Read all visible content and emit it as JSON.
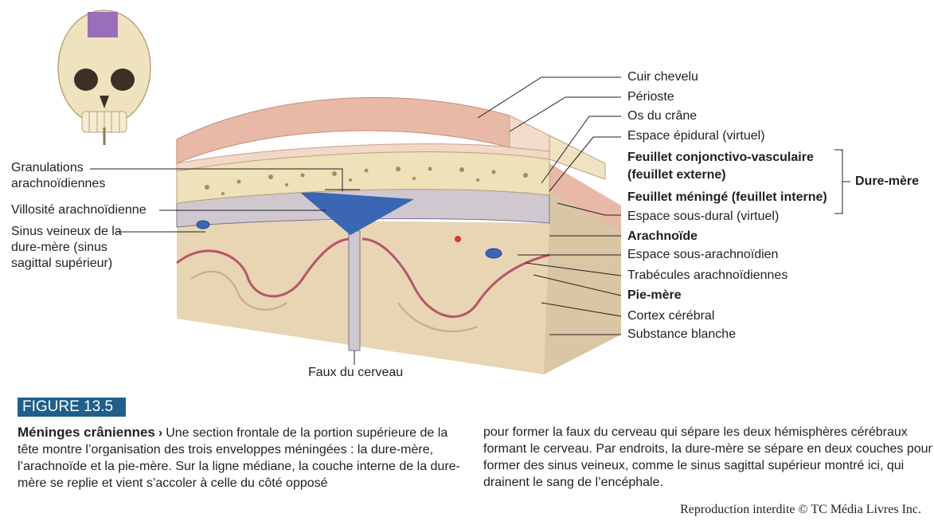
{
  "labels_right": {
    "scalp": "Cuir chevelu",
    "periosteum": "Périoste",
    "skull_bone": "Os du crâne",
    "epidural_space": "Espace épidural (virtuel)",
    "periosteal_layer_line1": "Feuillet conjonctivo-vasculaire",
    "periosteal_layer_line2": "(feuillet externe)",
    "meningeal_layer": "Feuillet méningé (feuillet interne)",
    "subdural_space": "Espace sous-dural (virtuel)",
    "arachnoid": "Arachnoïde",
    "subarachnoid_space": "Espace sous-arachnoïdien",
    "arachnoid_trabeculae": "Trabécules arachnoïdiennes",
    "pia_mater": "Pie-mère",
    "cerebral_cortex": "Cortex cérébral",
    "white_matter": "Substance blanche",
    "dura_mater": "Dure-mère"
  },
  "labels_left": {
    "granulations": "Granulations arachnoïdiennes",
    "villosity": "Villosité arachnoïdienne",
    "sinus": "Sinus veineux de la dure-mère (sinus sagittal supérieur)"
  },
  "labels_bottom": {
    "falx": "Faux du cerveau"
  },
  "figure": {
    "badge": "FIGURE 13.5",
    "title": "Méninges crâniennes",
    "arrow": "›",
    "text_col1": "Une section frontale de la portion supérieure de la tête montre l’organisation des trois enveloppes méningées : la dure-mère, l’arachnoïde et la pie-mère. Sur la ligne médiane, la couche interne de la dure-mère se replie et vient s’accoler à celle du côté opposé",
    "text_col2": "pour former la faux du cerveau qui sépare les deux hémisphères cérébraux formant le cerveau. Par endroits, la dure-mère se sépare en deux couches pour former des sinus veineux, comme le sinus sagittal supérieur montré ici, qui drainent le sang de l’encéphale."
  },
  "copyright": "Reproduction interdite © TC Média Livres Inc.",
  "colors": {
    "scalp": "#e9b9a8",
    "bone": "#efe1b9",
    "dura": "#cfc8cf",
    "sinus": "#3a66b4",
    "brain": "#e7d5b4",
    "cortex_line": "#b9546a",
    "skull": "#efe3bf",
    "badge": "#1f5f8b"
  }
}
